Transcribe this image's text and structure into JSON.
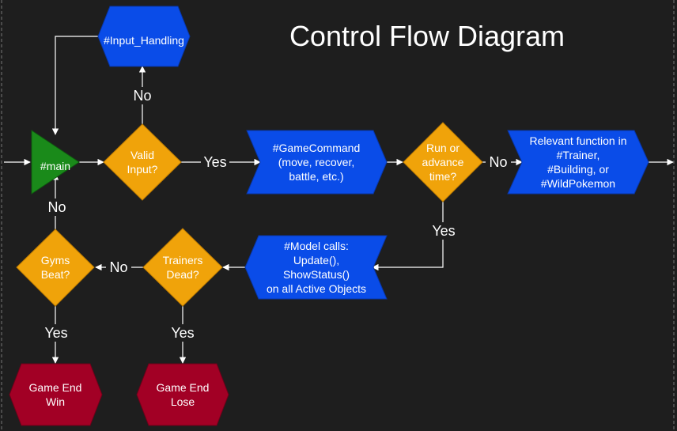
{
  "title": "Control Flow Diagram",
  "nodes": {
    "main": {
      "lines": [
        "#main"
      ],
      "color": "#1a8a1a"
    },
    "input_handling": {
      "lines": [
        "#Input_Handling"
      ],
      "color": "#0a4ce8"
    },
    "valid_input": {
      "lines": [
        "Valid",
        "Input?"
      ],
      "color": "#f0a30a"
    },
    "game_command": {
      "lines": [
        "#GameCommand",
        "(move, recover,",
        "battle, etc.)"
      ],
      "color": "#0a4ce8"
    },
    "run_or_advance": {
      "lines": [
        "Run or",
        "advance",
        "time?"
      ],
      "color": "#f0a30a"
    },
    "relevant_function": {
      "lines": [
        "Relevant function in",
        "#Trainer,",
        "#Building, or",
        "#WildPokemon"
      ],
      "color": "#0a4ce8"
    },
    "model_calls": {
      "lines": [
        "#Model calls:",
        "Update(),",
        "ShowStatus()",
        "on all Active Objects"
      ],
      "color": "#0a4ce8"
    },
    "trainers_dead": {
      "lines": [
        "Trainers",
        "Dead?"
      ],
      "color": "#f0a30a"
    },
    "gyms_beat": {
      "lines": [
        "Gyms",
        "Beat?"
      ],
      "color": "#f0a30a"
    },
    "game_end_win": {
      "lines": [
        "Game End",
        "Win"
      ],
      "color": "#a20025"
    },
    "game_end_lose": {
      "lines": [
        "Game End",
        "Lose"
      ],
      "color": "#a20025"
    }
  },
  "edge_labels": {
    "valid_no": "No",
    "valid_yes": "Yes",
    "run_no": "No",
    "run_yes": "Yes",
    "trainers_no": "No",
    "trainers_yes": "Yes",
    "gyms_no": "No",
    "gyms_yes": "Yes"
  }
}
